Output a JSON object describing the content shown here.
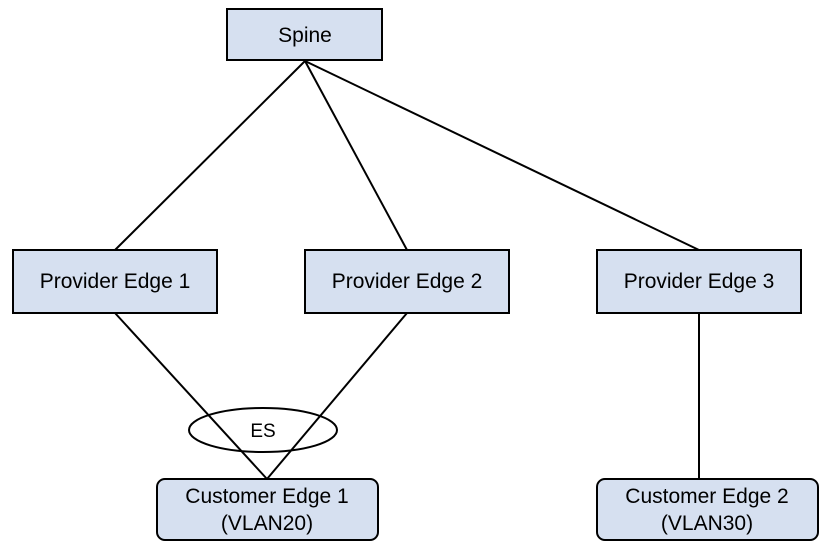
{
  "colors": {
    "node_fill": "#d6e0f0",
    "stroke": "#000000",
    "background": "#ffffff"
  },
  "nodes": {
    "spine": {
      "label": "Spine"
    },
    "pe1": {
      "label": "Provider Edge 1"
    },
    "pe2": {
      "label": "Provider Edge 2"
    },
    "pe3": {
      "label": "Provider Edge 3"
    },
    "ce1": {
      "line1": "Customer Edge 1",
      "line2": "(VLAN20)"
    },
    "ce2": {
      "line1": "Customer Edge 2",
      "line2": "(VLAN30)"
    }
  },
  "ethernet_segment": {
    "label": "ES"
  },
  "links": [
    {
      "from": "spine",
      "to": "pe1"
    },
    {
      "from": "spine",
      "to": "pe2"
    },
    {
      "from": "spine",
      "to": "pe3"
    },
    {
      "from": "pe1",
      "to": "ce1"
    },
    {
      "from": "pe2",
      "to": "ce1"
    },
    {
      "from": "pe3",
      "to": "ce2"
    }
  ]
}
